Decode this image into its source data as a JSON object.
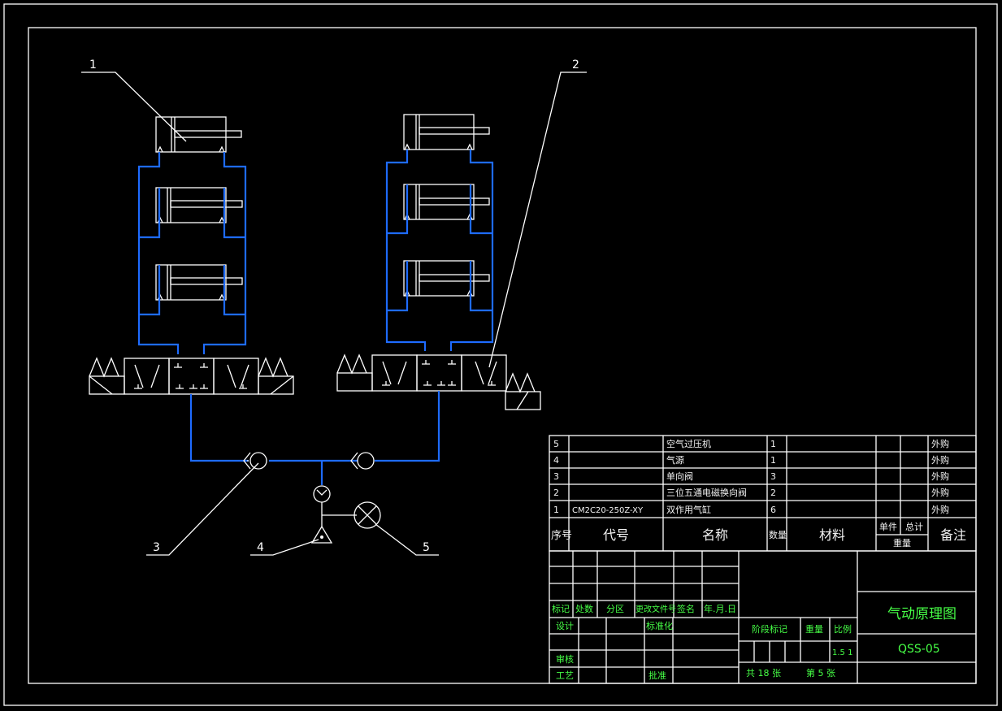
{
  "colors": {
    "background": "#000000",
    "line": "#ffffff",
    "pipe": "#1e6bff",
    "label_green": "#46ff46"
  },
  "callouts": [
    "1",
    "2",
    "3",
    "4",
    "5"
  ],
  "bom": {
    "rows": [
      {
        "no": "5",
        "code": "",
        "name": "空气过压机",
        "qty": "1",
        "note": "外购"
      },
      {
        "no": "4",
        "code": "",
        "name": "气源",
        "qty": "1",
        "note": "外购"
      },
      {
        "no": "3",
        "code": "",
        "name": "单向阀",
        "qty": "3",
        "note": "外购"
      },
      {
        "no": "2",
        "code": "",
        "name": "三位五通电磁换向阀",
        "qty": "2",
        "note": "外购"
      },
      {
        "no": "1",
        "code": "CM2C20-250Z-XY",
        "name": "双作用气缸",
        "qty": "6",
        "note": "外购"
      }
    ],
    "header": {
      "no": "序号",
      "code": "代号",
      "name": "名称",
      "qty": "数量",
      "material": "材料",
      "unit": "单件",
      "total": "总计",
      "weight": "重量",
      "note": "备注"
    }
  },
  "title_block": {
    "change_cols": [
      "标记",
      "处数",
      "分区",
      "更改文件号",
      "签名",
      "年.月.日"
    ],
    "design": "设计",
    "standard": "标准化",
    "review": "审核",
    "process": "工艺",
    "approve": "批准",
    "stage_mark": "阶段标记",
    "weight": "重量",
    "scale": "比例",
    "scale_value": "1.5 1",
    "sheets_total": "共 18 张",
    "sheet_no": "第 5 张",
    "drawing_title": "气动原理图",
    "drawing_code": "QSS-05"
  }
}
